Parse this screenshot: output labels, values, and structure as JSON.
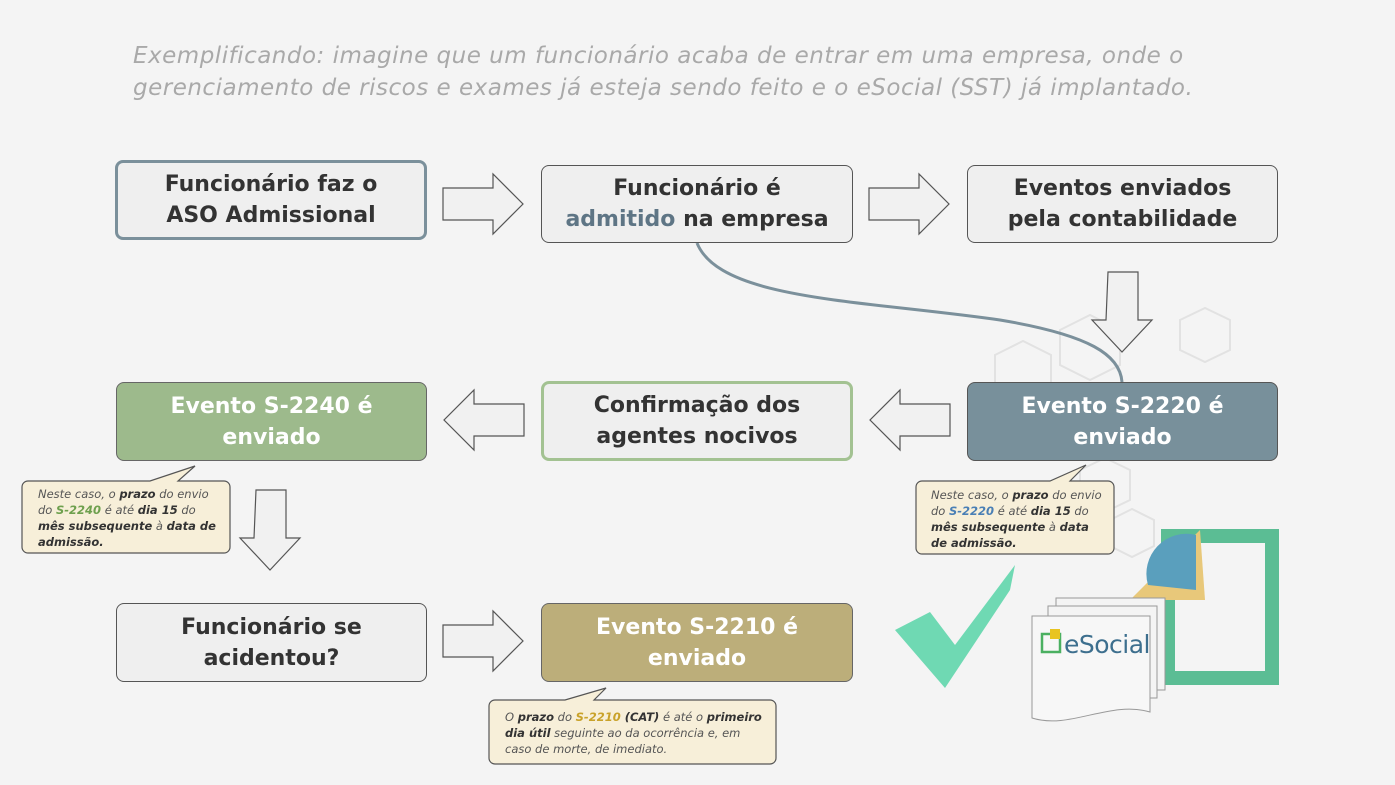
{
  "intro": "Exemplificando: imagine que um funcionário acaba de entrar em uma empresa, onde o gerenciamento de riscos e exames já esteja sendo feito e o eSocial (SST) já implantado.",
  "boxes": {
    "aso": {
      "line1": "Funcionário faz o",
      "line2": "ASO Admissional"
    },
    "admitido": {
      "line1": "Funcionário é",
      "highlight": "admitido",
      "rest": " na empresa"
    },
    "eventos": {
      "line1": "Eventos enviados",
      "line2": "pela contabilidade"
    },
    "s2240": {
      "line1": "Evento S-2240 é",
      "line2": "enviado"
    },
    "confirmacao": {
      "line1": "Confirmação dos",
      "line2": "agentes nocivos"
    },
    "s2220": {
      "line1": "Evento S-2220 é",
      "line2": "enviado"
    },
    "acidente": {
      "line1": "Funcionário se",
      "line2": "acidentou?"
    },
    "s2210": {
      "line1": "Evento S-2210 é",
      "line2": "enviado"
    }
  },
  "notes": {
    "n2240": {
      "t1": "Neste caso, o ",
      "t2": "prazo",
      "t3": " do envio do ",
      "t4": "S-2240",
      "t5": " é até ",
      "t6": "dia 15",
      "t7": " do ",
      "t8": "mês subsequente",
      "t9": " à ",
      "t10": "data de admissão."
    },
    "n2220": {
      "t1": "Neste caso, o ",
      "t2": "prazo",
      "t3": " do envio do ",
      "t4": "S-2220",
      "t5": " é até ",
      "t6": "dia 15",
      "t7": " do ",
      "t8": "mês subsequente",
      "t9": " à ",
      "t10": "data de admissão."
    },
    "n2210": {
      "t1": "O ",
      "t2": "prazo",
      "t3": " do ",
      "t4": "S-2210",
      "t5": " (CAT)",
      "t6": " é até o ",
      "t7": "primeiro dia útil",
      "t8": " seguinte ao da ocorrência e, em caso de morte, de imediato."
    }
  },
  "logo": {
    "text": "eSocial"
  },
  "colors": {
    "green": "#9dba8c",
    "slate": "#78909b",
    "olive": "#bcae7a",
    "check": "#6fd9b3",
    "frame": "#5bbd94"
  }
}
